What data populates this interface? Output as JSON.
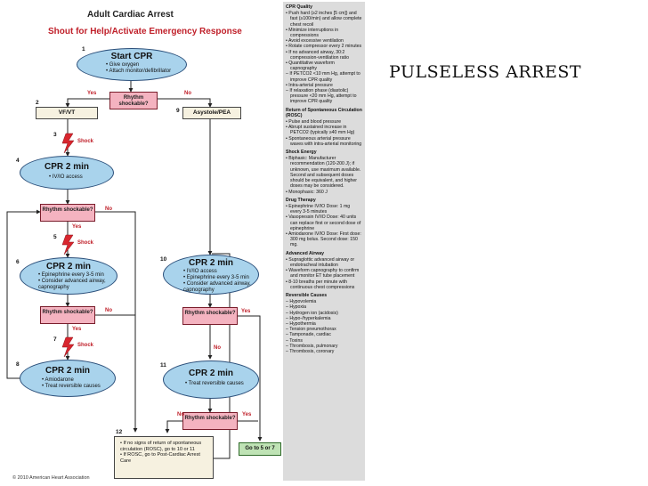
{
  "slide": {
    "title": "Adult Cardiac Arrest",
    "subtitle": "Shout for Help/Activate Emergency Response",
    "heading": "PULSELESS ARREST",
    "copyright": "© 2010 American Heart Association"
  },
  "flow": {
    "n1": "1",
    "n2": "2",
    "n3": "3",
    "n4": "4",
    "n5": "5",
    "n6": "6",
    "n7": "7",
    "n8": "8",
    "n9": "9",
    "n10": "10",
    "n11": "11",
    "n12": "12",
    "start": {
      "title": "Start CPR",
      "items": [
        "Give oxygen",
        "Attach monitor/defibrillator"
      ]
    },
    "rhythm_shockable": "Rhythm shockable?",
    "yes": "Yes",
    "no": "No",
    "vf_vt": "VF/VT",
    "asystole_pea": "Asystole/PEA",
    "shock": "Shock",
    "cpr2": "CPR 2 min",
    "step4_items": [
      "IV/IO access"
    ],
    "step6_items": [
      "Epinephrine every 3-5 min",
      "Consider advanced airway, capnography"
    ],
    "step8_items": [
      "Amiodarone",
      "Treat reversible causes"
    ],
    "step10_items": [
      "IV/IO access",
      "Epinephrine every 3-5 min",
      "Consider advanced airway, capnography"
    ],
    "step11_items": [
      "Treat reversible causes"
    ],
    "step12_items": [
      "If no signs of return of spontaneous circulation (ROSC), go to 10 or 11",
      "If ROSC, go to Post-Cardiac Arrest Care"
    ],
    "goto": "Go to 5 or 7"
  },
  "sidebar": {
    "sections": [
      {
        "title": "CPR Quality",
        "items": [
          "• Push hard (≥2 inches [5 cm]) and fast (≥100/min) and allow complete chest recoil",
          "• Minimize interruptions in compressions",
          "• Avoid excessive ventilation",
          "• Rotate compressor every 2 minutes",
          "• If no advanced airway, 30:2 compression-ventilation ratio",
          "• Quantitative waveform capnography",
          "– If PETCO2 <10 mm Hg, attempt to improve CPR quality",
          "• Intra-arterial pressure",
          "– If relaxation phase (diastolic) pressure <20 mm Hg, attempt to improve CPR quality"
        ]
      },
      {
        "title": "Return of Spontaneous Circulation (ROSC)",
        "items": [
          "• Pulse and blood pressure",
          "• Abrupt sustained increase in PETCO2 (typically ≥40 mm Hg)",
          "• Spontaneous arterial pressure waves with intra-arterial monitoring"
        ]
      },
      {
        "title": "Shock Energy",
        "items": [
          "• Biphasic: Manufacturer recommendation (120-200 J); if unknown, use maximum available. Second and subsequent doses should be equivalent, and higher doses may be considered.",
          "• Monophasic: 360 J"
        ]
      },
      {
        "title": "Drug Therapy",
        "items": [
          "• Epinephrine IV/IO Dose: 1 mg every 3-5 minutes",
          "• Vasopressin IV/IO Dose: 40 units can replace first or second dose of epinephrine",
          "• Amiodarone IV/IO Dose: First dose: 300 mg bolus. Second dose: 150 mg."
        ]
      },
      {
        "title": "Advanced Airway",
        "items": [
          "• Supraglottic advanced airway or endotracheal intubation",
          "• Waveform capnography to confirm and monitor ET tube placement",
          "• 8-10 breaths per minute with continuous chest compressions"
        ]
      },
      {
        "title": "Reversible Causes",
        "items": [
          "– Hypovolemia",
          "– Hypoxia",
          "– Hydrogen ion (acidosis)",
          "– Hypo-/hyperkalemia",
          "– Hypothermia",
          "– Tension pneumothorax",
          "– Tamponade, cardiac",
          "– Toxins",
          "– Thrombosis, pulmonary",
          "– Thrombosis, coronary"
        ]
      }
    ]
  },
  "colors": {
    "oval": "#a9d3ec",
    "diamond": "#f4b3c0",
    "rect": "#f6f1e0",
    "goto": "#bfe3b5",
    "accent": "#c0202a",
    "panel": "#dcdcdc"
  }
}
